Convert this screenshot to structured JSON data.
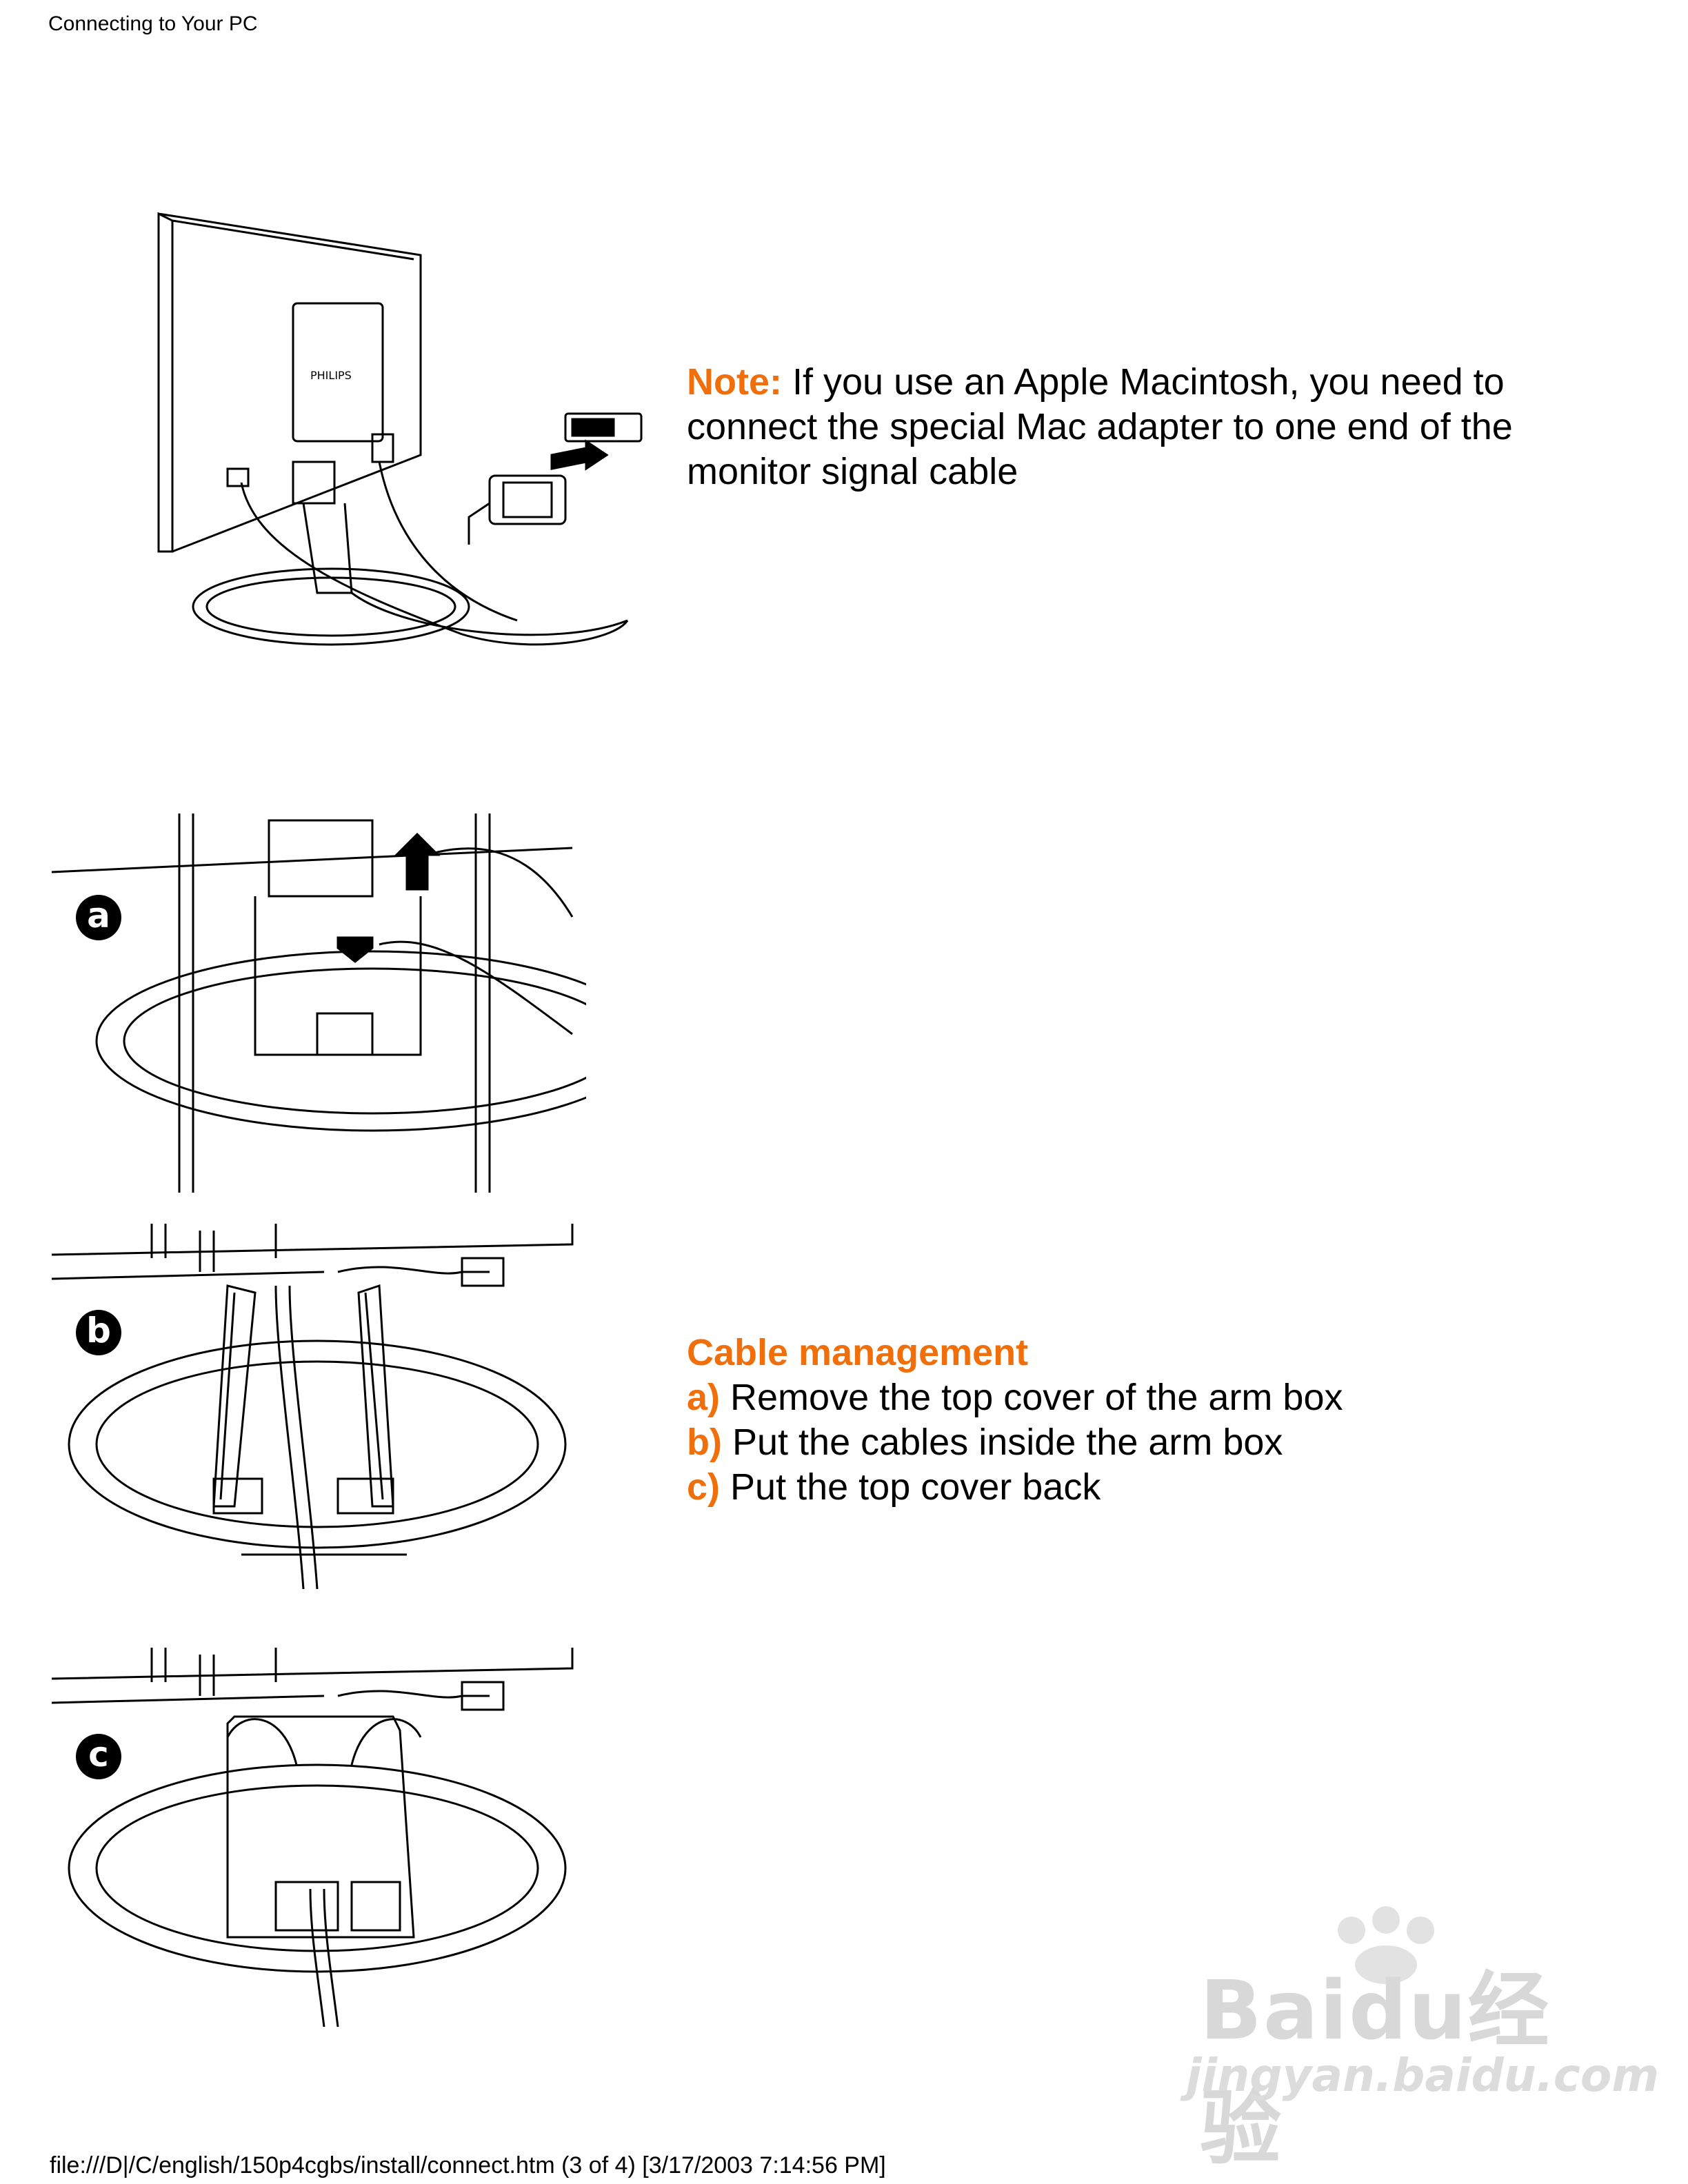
{
  "header": {
    "title": "Connecting to Your PC"
  },
  "note": {
    "label": "Note:",
    "text": "If you use an Apple Macintosh, you need to connect the special Mac adapter to one end of the monitor signal cable"
  },
  "monitor_figure": {
    "brand_label": "PHILIPS"
  },
  "cable_management": {
    "title": "Cable management",
    "steps": [
      {
        "label": "a)",
        "text": "Remove the top cover of the arm box"
      },
      {
        "label": "b)",
        "text": "Put the cables inside the arm box"
      },
      {
        "label": "c)",
        "text": "Put the top cover back"
      }
    ]
  },
  "figure_badges": {
    "a": "a",
    "b": "b",
    "c": "c"
  },
  "watermark": {
    "main": "Baidu经验",
    "sub": "jingyan.baidu.com"
  },
  "footer": {
    "text": "file:///D|/C/english/150p4cgbs/install/connect.htm (3 of 4) [3/17/2003 7:14:56 PM]"
  },
  "colors": {
    "accent": "#f06f0b",
    "text": "#000000",
    "watermark": "#d8d8d8"
  }
}
